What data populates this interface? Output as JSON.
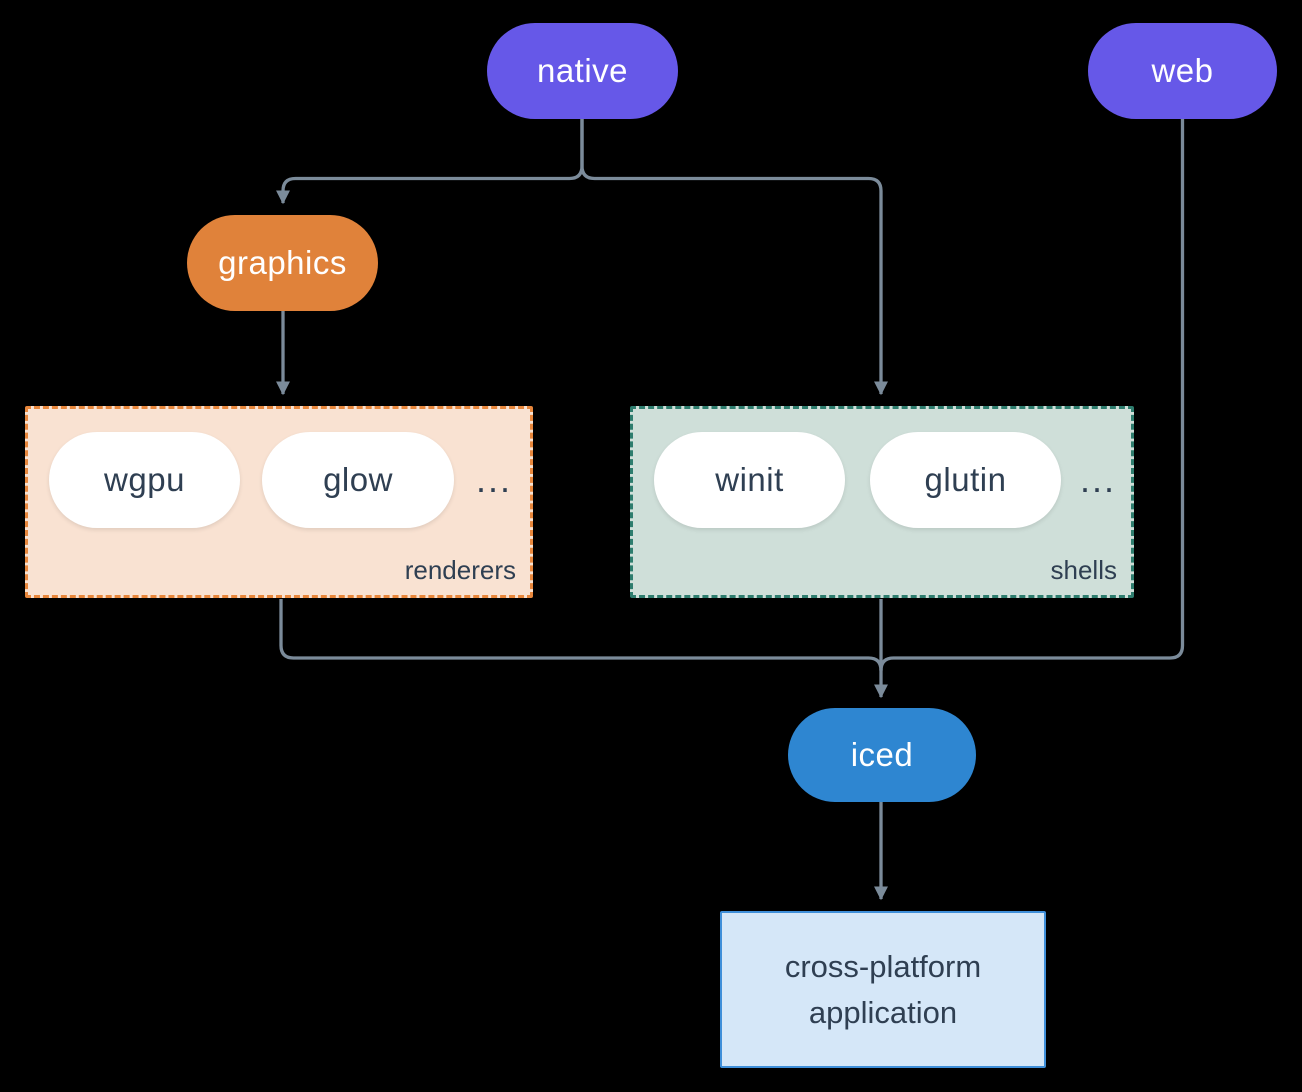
{
  "canvas": {
    "background": "#000000"
  },
  "colors": {
    "canvas_bg": "#000000",
    "platform_pill": "#6658e8",
    "graphics_pill": "#e0823a",
    "iced_pill": "#2e86d1",
    "renderers_fill": "#f9e2d2",
    "renderers_border": "#e8873c",
    "shells_fill": "#cfdfd9",
    "shells_border": "#2e7d6e",
    "app_fill": "#d5e7f8",
    "app_border": "#3f8fd9",
    "edge": "#7b8b9a",
    "dark_text": "#2f3f52",
    "light_text": "#ffffff"
  },
  "nodes": {
    "native": {
      "label": "native"
    },
    "web": {
      "label": "web"
    },
    "graphics": {
      "label": "graphics"
    },
    "iced": {
      "label": "iced"
    },
    "application": {
      "lines": [
        "cross-platform",
        "application"
      ]
    }
  },
  "groups": {
    "renderers": {
      "label": "renderers",
      "items": [
        "wgpu",
        "glow"
      ],
      "more": "..."
    },
    "shells": {
      "label": "shells",
      "items": [
        "winit",
        "glutin"
      ],
      "more": "..."
    }
  }
}
